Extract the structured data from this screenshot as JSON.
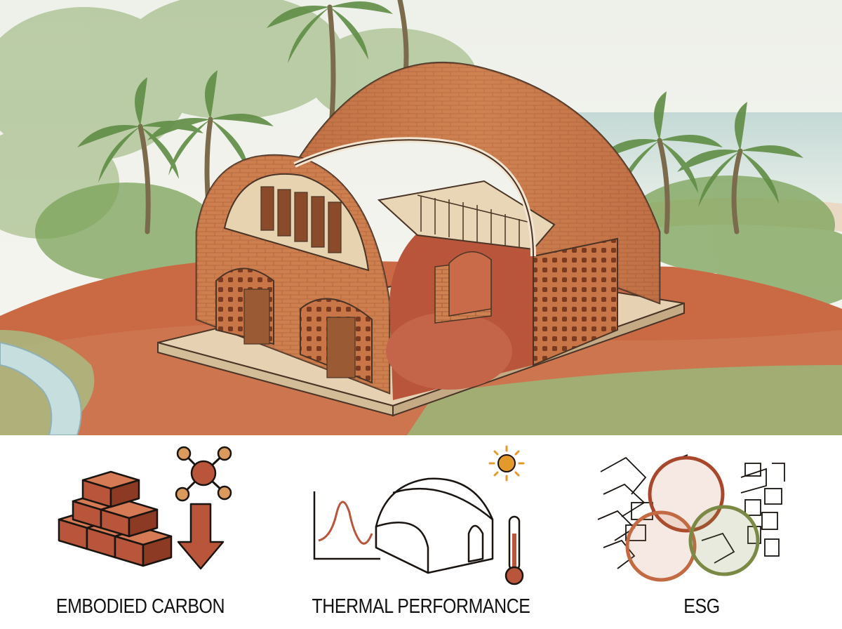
{
  "panels": [
    {
      "caption": "EMBODIED CARBON",
      "icon": "bricks-molecule-down-arrow-icon"
    },
    {
      "caption": "THERMAL PERFORMANCE",
      "icon": "vault-sun-thermometer-icon"
    },
    {
      "caption": "ESG",
      "icon": "overlapping-circles-map-icon"
    }
  ],
  "colors": {
    "brick": "#c0683f",
    "brick_dark": "#8a3d22",
    "earth": "#c4593b",
    "foliage": "#6f9a4c",
    "esg_red": "#a9472c",
    "esg_orange": "#c46a43",
    "esg_green": "#7a8a45",
    "sun": "#e39a2b"
  }
}
